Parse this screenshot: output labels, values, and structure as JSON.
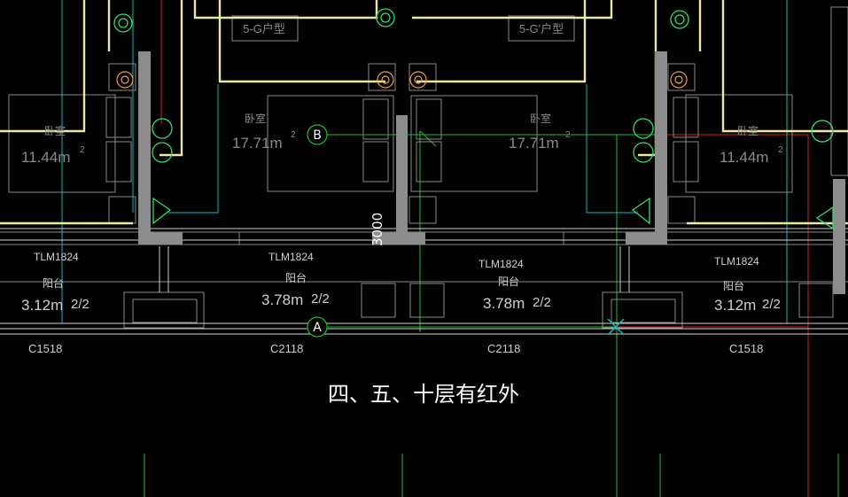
{
  "rooms": {
    "left_bedroom": {
      "label": "卧室",
      "area": "11.44m",
      "sup": "2"
    },
    "center_left_bedroom": {
      "label": "卧室",
      "area": "17.71m",
      "sup": "2"
    },
    "center_right_bedroom": {
      "label": "卧室",
      "area": "17.71m",
      "sup": "2"
    },
    "right_bedroom": {
      "label": "卧室",
      "area": "11.44m",
      "sup": "2"
    },
    "left_balcony": {
      "label": "阳台",
      "area": "3.12m",
      "sup": "2/2"
    },
    "center_left_balcony": {
      "label": "阳台",
      "area": "3.78m",
      "sup": "2/2"
    },
    "center_right_balcony": {
      "label": "阳台",
      "area": "3.78m",
      "sup": "2/2"
    },
    "right_balcony": {
      "label": "阳台",
      "area": "3.12m",
      "sup": "2/2"
    }
  },
  "unit_types": {
    "left": "5-G户型",
    "right": "5-G'户型"
  },
  "doors": {
    "d1": "TLM1824",
    "d2": "TLM1824",
    "d3": "TLM1824",
    "d4": "TLM1824"
  },
  "windows": {
    "w1": "C1518",
    "w2": "C2118",
    "w3": "C2118",
    "w4": "C1518"
  },
  "grid_markers": {
    "b": "B",
    "a": "A"
  },
  "dimension": "3000",
  "note": "四、五、十层有红外",
  "colors": {
    "background": "#000000",
    "wall": "#ece7a2",
    "structure": "#8c8c8c",
    "cable": "#10b8c8",
    "axis": "#18c028",
    "alarm": "#d21e1e",
    "device": "#2ee06a"
  }
}
